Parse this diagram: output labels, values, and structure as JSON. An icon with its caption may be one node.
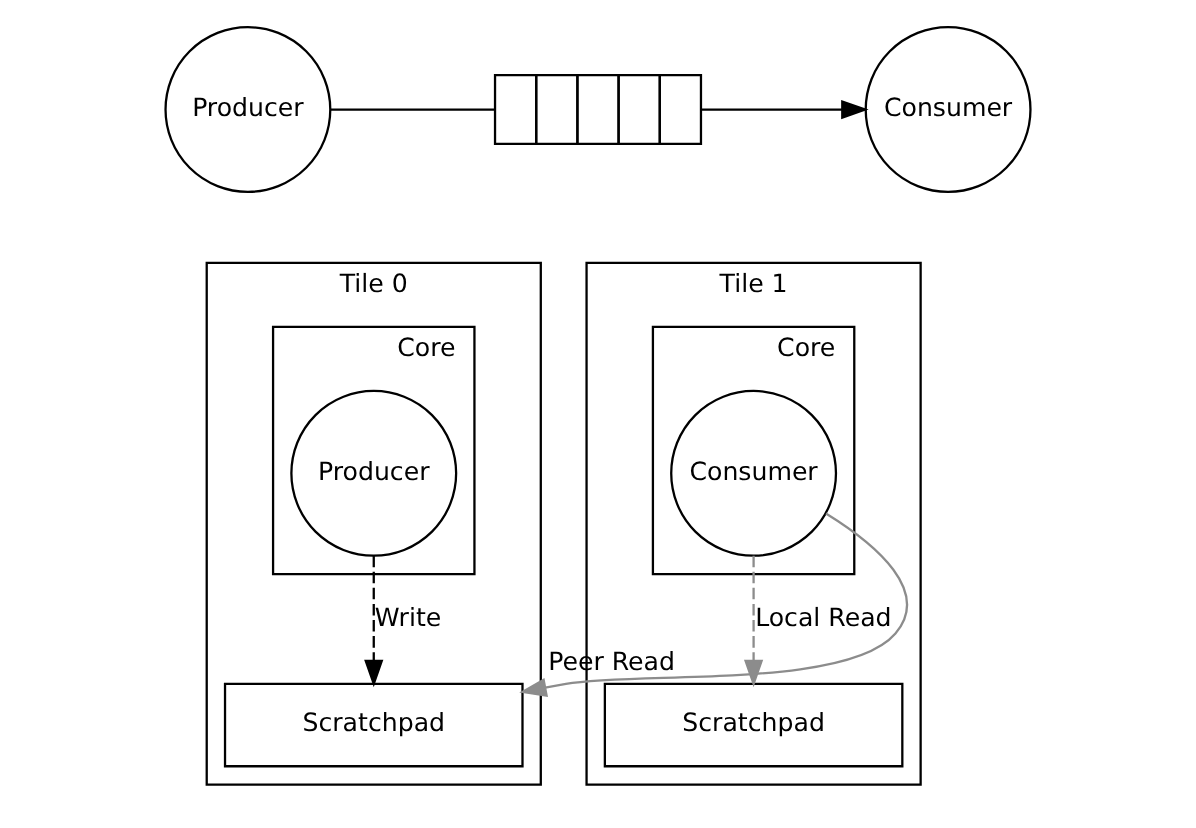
{
  "diagram": {
    "nodes": [
      {
        "text": [
          "Producer"
        ]
      },
      {
        "text": [],
        "shape": "box"
      },
      {
        "text": [
          "Consumer"
        ]
      },
      {
        "text": [
          "Tile 0"
        ]
      },
      {
        "text": [
          "Core"
        ],
        "in": 3
      },
      {
        "text": [
          "Producer"
        ],
        "in": 4
      },
      {
        "text": [
          "Scratchpad"
        ],
        "in": 3
      },
      {
        "text": [
          "Tile 1"
        ]
      },
      {
        "text": [
          "Core"
        ],
        "in": 7
      },
      {
        "text": [
          "Consumer"
        ],
        "in": 8
      },
      {
        "text": [
          "Scratchpad"
        ],
        "in": 7
      }
    ],
    "edges": [
      {
        "from": 0,
        "to": 1,
        "arrow": "none"
      },
      {
        "from": 1,
        "to": 2,
        "arrow": "to"
      },
      {
        "from": 5,
        "to": 6,
        "arrow": "to",
        "label": "Write",
        "style": "dashed"
      },
      {
        "from": 9,
        "to": 6,
        "arrow": "to",
        "label": "Peer Read",
        "color": "#8c8c8c"
      },
      {
        "from": 9,
        "to": 10,
        "arrow": "to",
        "label": "Local Read",
        "style": "dashed",
        "color": "#8c8c8c"
      }
    ]
  }
}
